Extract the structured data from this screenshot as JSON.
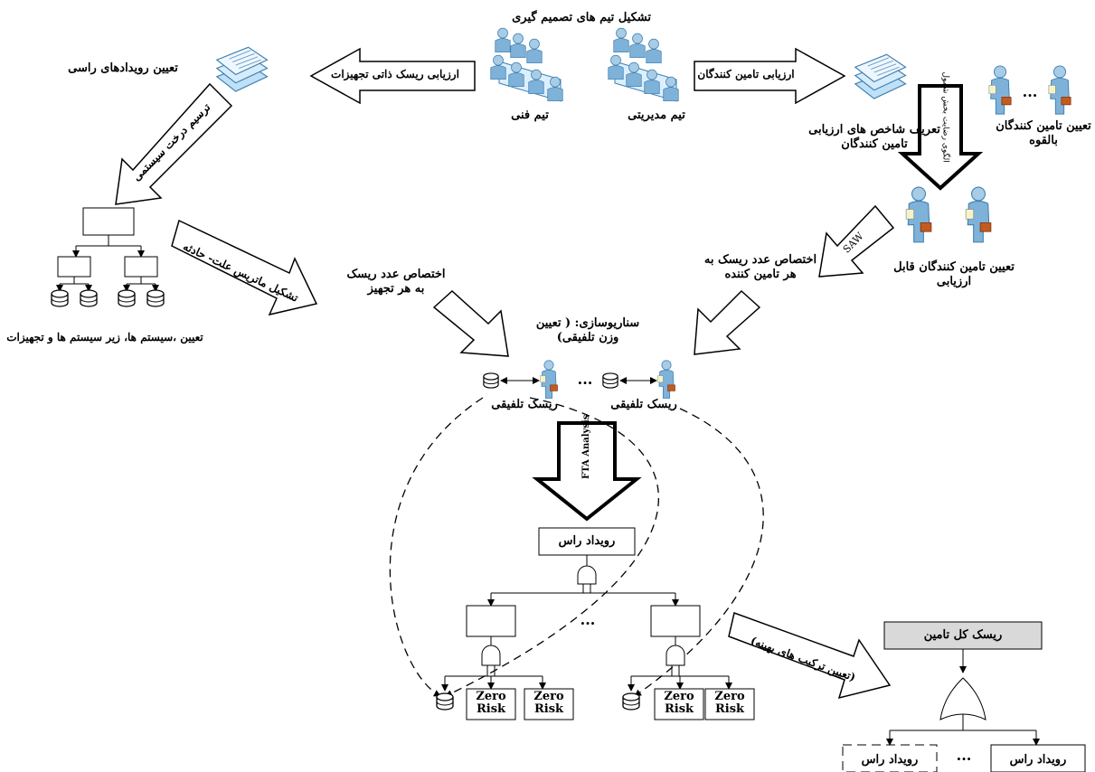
{
  "labels": {
    "team_title": "تشکیل تیم های تصمیم گیری",
    "tech_team": "تیم فنی",
    "mgmt_team": "تیم مدیریتی",
    "top_events": "تعیین رویدادهای راسی",
    "eq_risk": "ارزیابی ریسک ذاتی تجهیزات",
    "supplier_eval": "ارزیابی تامین کنندگان",
    "indices": "تعریف شاخص های ارزیابی تامین کنندگان",
    "potential": "تعیین تامین کنندگان بالقوه",
    "fault_tree": "ترسیم درخت سیستمی",
    "systems": "تعیین ،سیستم ها، زیر سیستم ها و تجهیزات",
    "cause_matrix": "تشکیل ماتریس علت- حادثه",
    "alloc_eq": "اختصاص عدد ریسک به هر تجهیز",
    "alloc_sup": "اختصاص عدد ریسک به هر تامین کننده",
    "assessable": "تعیین تامین کنندگان قابل ارزیابی",
    "saw": "SAW",
    "satisfaction": "الگوی رضایت بخش شمول",
    "scenario": "سناریوسازی: ( تعیین وزن تلفیقی)",
    "combined_risk": "ریسک تلفیقی",
    "fta": "FTA Analysis",
    "top_event": "رویداد راس",
    "zero_risk": "Zero Risk",
    "optimal": "(تعیین ترکیب های بهینه)",
    "total_risk": "ریسک کل تامین",
    "ellipsis": "..."
  },
  "colors": {
    "total_risk_fill": "#d9d9d9",
    "person_skin": "#a8cce6",
    "person_body": "#7fb2d9",
    "briefcase": "#c65a1e",
    "doc_fill": "#dcefff",
    "doc_stroke": "#3d7fb0"
  }
}
